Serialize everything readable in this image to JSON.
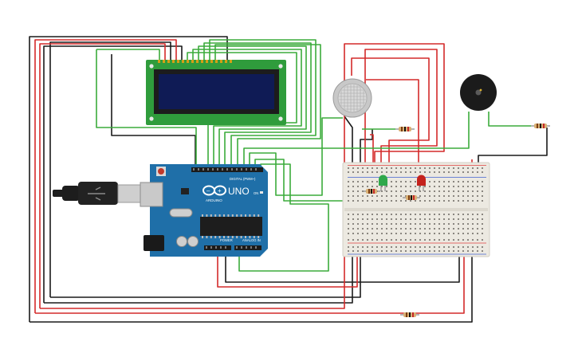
{
  "arduino": {
    "brand": "ARDUINO",
    "model": "UNO",
    "digital_header": "DIGITAL (PWM~)",
    "power_header": "POWER",
    "analog_header": "ANALOG IN",
    "on_label": "ON"
  },
  "colors": {
    "wire_red": "#d42a2a",
    "wire_black": "#1a1a1a",
    "wire_green": "#3bab3b",
    "arduino_board": "#1f6fa8",
    "lcd_pcb": "#2f9c3c",
    "lcd_screen": "#0f1b55",
    "breadboard": "#ece9e1",
    "led_green": "#2fa84a",
    "led_red": "#c4221c",
    "buzzer": "#1b1b1b"
  },
  "components": {
    "lcd": "lcd-16x2-icon",
    "gas_sensor": "gas-sensor-icon",
    "buzzer": "piezo-buzzer-icon",
    "usb_cable": "usb-cable-icon",
    "breadboard": "breadboard-icon",
    "led_green": "led-icon",
    "led_red": "led-icon",
    "resistor": "resistor-icon"
  }
}
